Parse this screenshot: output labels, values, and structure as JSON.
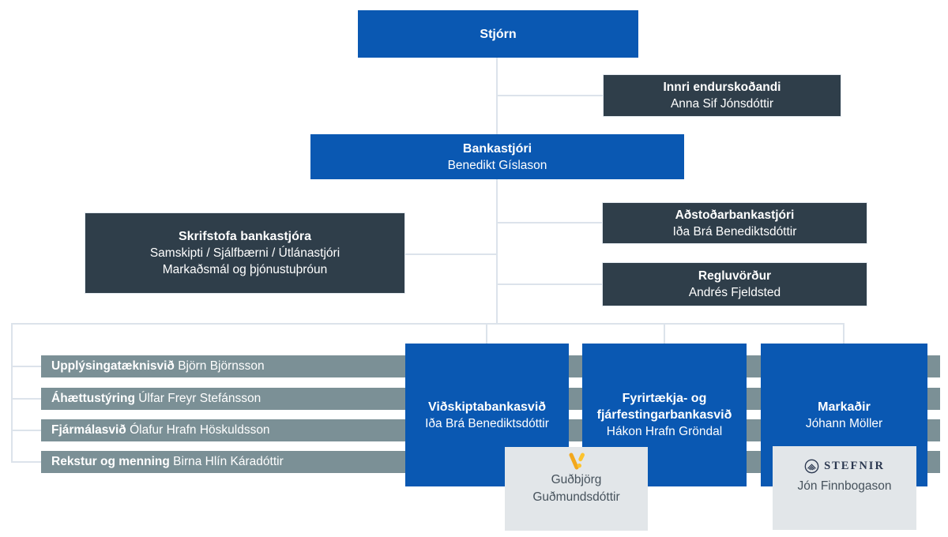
{
  "palette": {
    "blue": "#0a58b2",
    "dark": "#2f3e4a",
    "bar": "#7b9096",
    "light": "#e2e6e9",
    "line": "#dce3eb",
    "amber": "#f2a71d",
    "amber_light": "#fcc32e",
    "navy": "#2b3850"
  },
  "org": {
    "stjorn": {
      "title": "Stjórn"
    },
    "innri": {
      "title": "Innri endurskoðandi",
      "name": "Anna Sif Jónsdóttir"
    },
    "bankastjori": {
      "title": "Bankastjóri",
      "name": "Benedikt Gíslason"
    },
    "skrifstofa": {
      "title": "Skrifstofa bankastjóra",
      "line2": "Samskipti / Sjálfbærni / Útlánastjóri",
      "line3": "Markaðsmál og þjónustuþróun"
    },
    "adstodarbankastjori": {
      "title": "Aðstoðarbankastjóri",
      "name": "Iða Brá Benediktsdóttir"
    },
    "regluvordur": {
      "title": "Regluvörður",
      "name": "Andrés Fjeldsted"
    },
    "divisions": [
      {
        "title": "Upplýsingatæknisvið",
        "name": "Björn Björnsson"
      },
      {
        "title": "Áhættustýring",
        "name": "Úlfar Freyr Stefánsson"
      },
      {
        "title": "Fjármálasvið",
        "name": "Ólafur Hrafn Höskuldsson"
      },
      {
        "title": "Rekstur og menning",
        "name": "Birna Hlín Káradóttir"
      }
    ],
    "business_units": [
      {
        "title": "Viðskiptabankasvið",
        "name": "Iða Brá Benediktsdóttir"
      },
      {
        "title_line1": "Fyrirtækja- og",
        "title_line2": "fjárfestingarbankasvið",
        "name": "Hákon Hrafn Gröndal"
      },
      {
        "title": "Markaðir",
        "name": "Jóhann Möller"
      }
    ],
    "subsidiaries": [
      {
        "logo": "vordur-v-icon",
        "name_line1": "Guðbjörg",
        "name_line2": "Guðmundsdóttir"
      },
      {
        "logo": "stefnir-logo",
        "logo_text": "STEFNIR",
        "name": "Jón Finnbogason"
      }
    ]
  }
}
